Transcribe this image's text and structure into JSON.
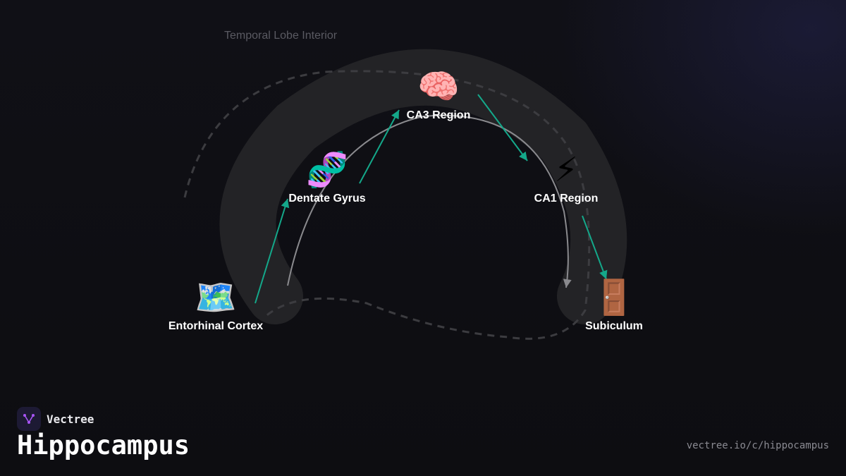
{
  "diagram": {
    "region_label": "Temporal Lobe Interior",
    "nodes": [
      {
        "id": "entorhinal",
        "emoji": "🗺️",
        "label": "Entorhinal Cortex",
        "icon": "map-icon"
      },
      {
        "id": "dentate",
        "emoji": "🧬",
        "label": "Dentate Gyrus",
        "icon": "dna-icon"
      },
      {
        "id": "ca3",
        "emoji": "🧠",
        "label": "CA3 Region",
        "icon": "brain-icon"
      },
      {
        "id": "ca1",
        "emoji": "⚡",
        "label": "CA1 Region",
        "icon": "lightning-icon"
      },
      {
        "id": "subiculum",
        "emoji": "🚪",
        "label": "Subiculum",
        "icon": "door-icon"
      }
    ],
    "colors": {
      "arrow": "#14a88a",
      "track": "#232326",
      "dashed_outline": "#3c3c40",
      "inner_arc": "#8a8a8e",
      "brand_accent": "#a855f7"
    }
  },
  "footer": {
    "brand": "Vectree",
    "title": "Hippocampus",
    "url": "vectree.io/c/hippocampus"
  }
}
